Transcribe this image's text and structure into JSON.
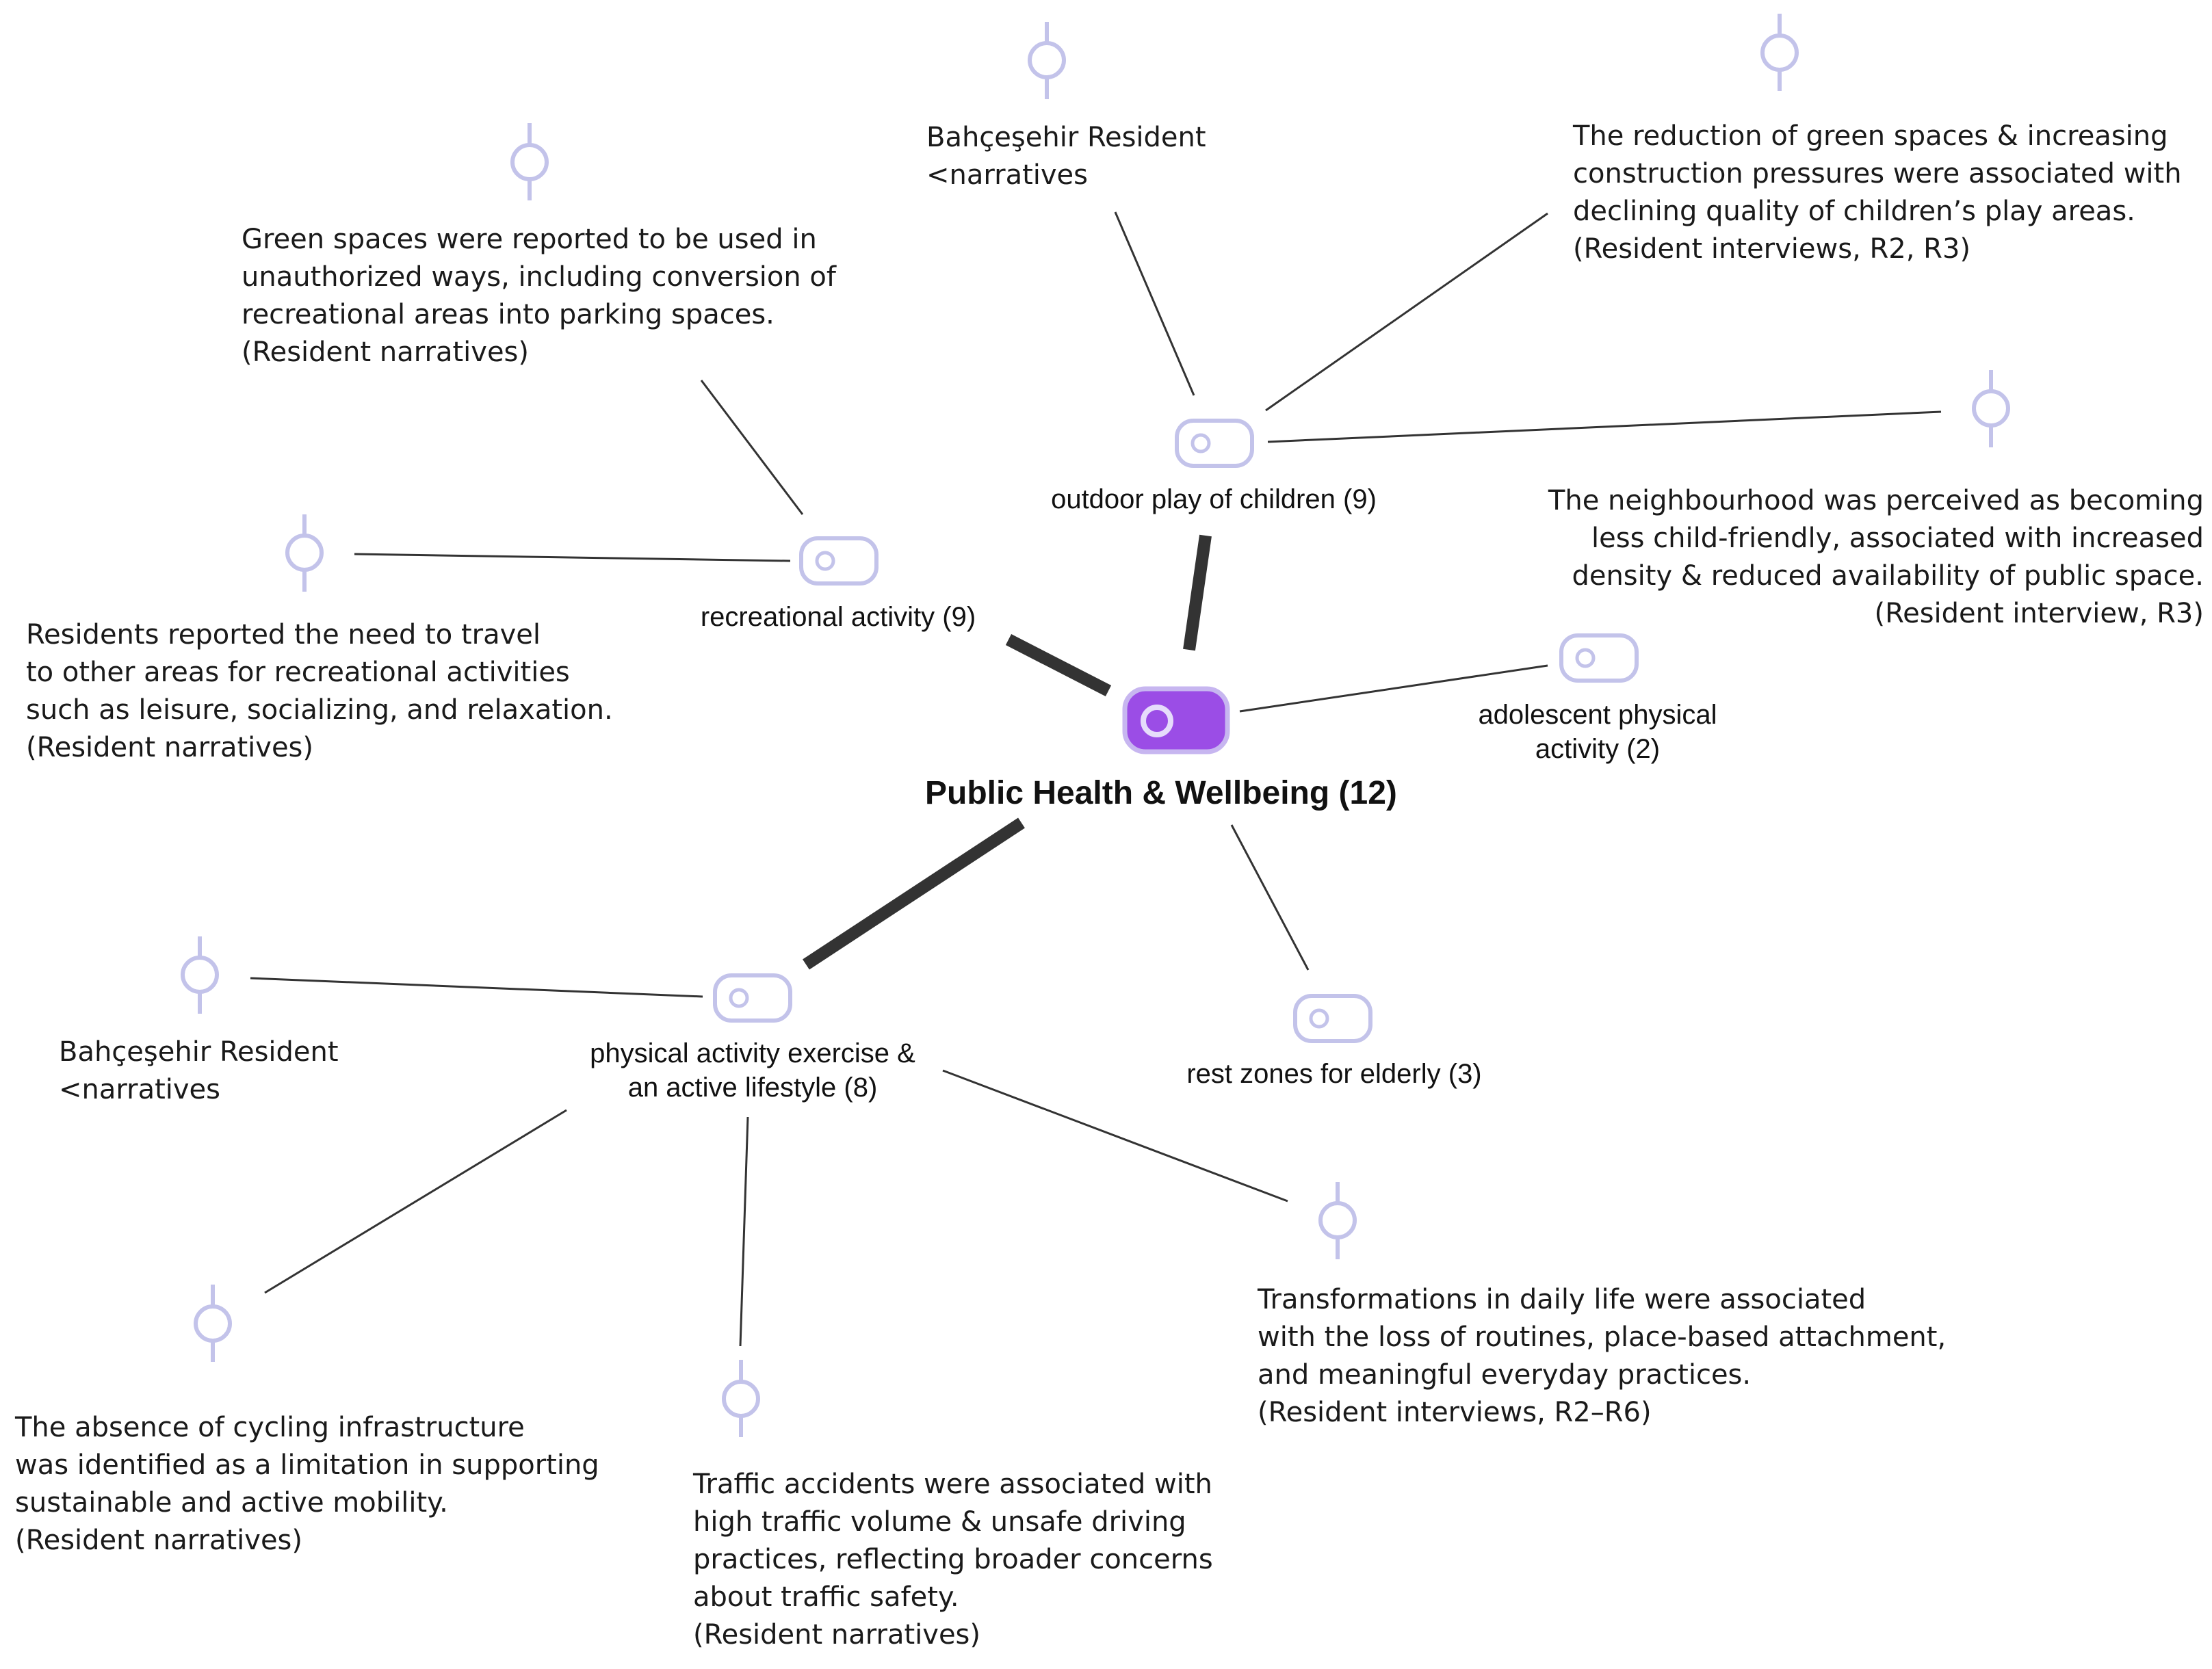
{
  "center": {
    "label": "Public Health & Wellbeing (12)",
    "color": "#9b4de6"
  },
  "codes": [
    {
      "key": "outdoor",
      "label": "outdoor play of children (9)"
    },
    {
      "key": "recreational",
      "label": "recreational activity (9)"
    },
    {
      "key": "adolescent",
      "label": "adolescent physical\nactivity (2)"
    },
    {
      "key": "physical",
      "label": "physical activity exercise &\nan active lifestyle (8)"
    },
    {
      "key": "rest",
      "label": "rest zones for elderly (3)"
    }
  ],
  "quotes": [
    {
      "key": "q_bahcesehir_top",
      "text": "Bahçeşehir Resident\n<narratives"
    },
    {
      "key": "q_reduction",
      "text": "The reduction of green spaces & increasing\nconstruction pressures were associated with\ndeclining quality of children’s play areas.\n(Resident interviews, R2, R3)"
    },
    {
      "key": "q_unauthorized",
      "text": "Green spaces were reported to be used in\nunauthorized ways, including conversion of\nrecreational areas into parking spaces.\n(Resident narratives)"
    },
    {
      "key": "q_childfriendly",
      "text": "The neighbourhood was perceived as becoming\nless child-friendly, associated with increased\ndensity & reduced availability of public space.\n(Resident interview, R3)"
    },
    {
      "key": "q_travel",
      "text": "Residents reported the need to travel\nto other areas for recreational activities\nsuch as leisure, socializing, and relaxation.\n(Resident narratives)"
    },
    {
      "key": "q_bahcesehir_left",
      "text": "Bahçeşehir Resident\n<narratives"
    },
    {
      "key": "q_cycling",
      "text": "The absence of cycling infrastructure\nwas identified as a limitation in supporting\nsustainable and active mobility.\n(Resident narratives)"
    },
    {
      "key": "q_traffic",
      "text": "Traffic accidents were associated with\nhigh traffic volume & unsafe driving\npractices, reflecting broader concerns\nabout traffic safety.\n(Resident narratives)"
    },
    {
      "key": "q_transform",
      "text": "Transformations in daily life were associated\nwith the loss of routines, place-based attachment,\nand meaningful everyday practices.\n(Resident interviews, R2–R6)"
    }
  ],
  "colors": {
    "tag_outline": "#c3c3ea",
    "pin": "#c3c3ea",
    "link": "#333333",
    "link_strong": "#333333"
  }
}
